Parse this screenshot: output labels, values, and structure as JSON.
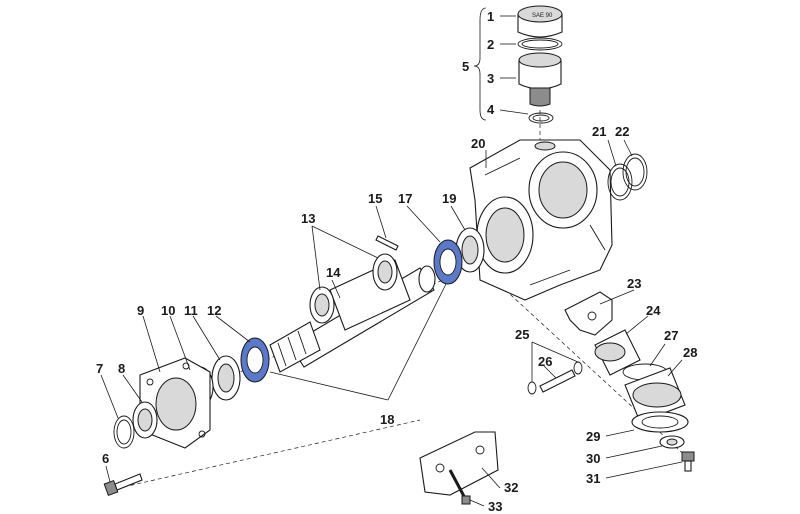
{
  "diagram": {
    "colors": {
      "line": "#1a1a1a",
      "seal_highlight": "#5b79c8",
      "shade": "#d9d9d9"
    },
    "labels": {
      "l1": "1",
      "l2": "2",
      "l3": "3",
      "l4": "4",
      "l5": "5",
      "l6": "6",
      "l7": "7",
      "l8": "8",
      "l9": "9",
      "l10": "10",
      "l11": "11",
      "l12": "12",
      "l13": "13",
      "l14": "14",
      "l15": "15",
      "l17": "17",
      "l18": "18",
      "l19": "19",
      "l20": "20",
      "l21": "21",
      "l22": "22",
      "l23": "23",
      "l24": "24",
      "l25": "25",
      "l26": "26",
      "l27": "27",
      "l28": "28",
      "l29": "29",
      "l30": "30",
      "l31": "31",
      "l32": "32",
      "l33": "33"
    },
    "cap_text": "SAE 90"
  }
}
